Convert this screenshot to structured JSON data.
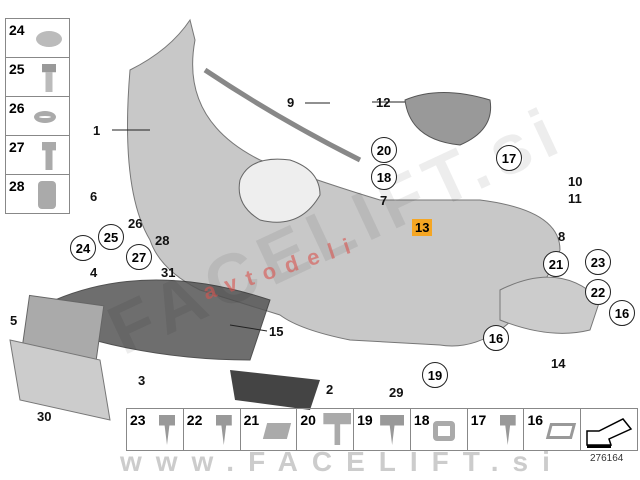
{
  "diagram_number": "276164",
  "watermarks": {
    "bottom": "www.FACELIFT.si",
    "diagonal": "FACELIFT.si",
    "red": "avtodeli"
  },
  "left_column": [
    "24",
    "25",
    "26",
    "27",
    "28"
  ],
  "bottom_strip": [
    "23",
    "22",
    "21",
    "20",
    "19",
    "18",
    "17",
    "16"
  ],
  "callouts": {
    "c1": "1",
    "c2": "2",
    "c3": "3",
    "c4": "4",
    "c5": "5",
    "c6": "6",
    "c7": "7",
    "c8": "8",
    "c9": "9",
    "c10": "10",
    "c11": "11",
    "c12": "12",
    "c13": "13",
    "c14": "14",
    "c15": "15",
    "c16a": "16",
    "c16b": "16",
    "c17": "17",
    "c18": "18",
    "c19": "19",
    "c20": "20",
    "c21": "21",
    "c22": "22",
    "c23": "23",
    "c24": "24",
    "c25": "25",
    "c26": "26",
    "c27": "27",
    "c28": "28",
    "c29": "29",
    "c30": "30",
    "c31": "31"
  },
  "colors": {
    "highlight": "#f5a623",
    "part": "#bfbfbf",
    "watermark_red": "#d9534f"
  }
}
